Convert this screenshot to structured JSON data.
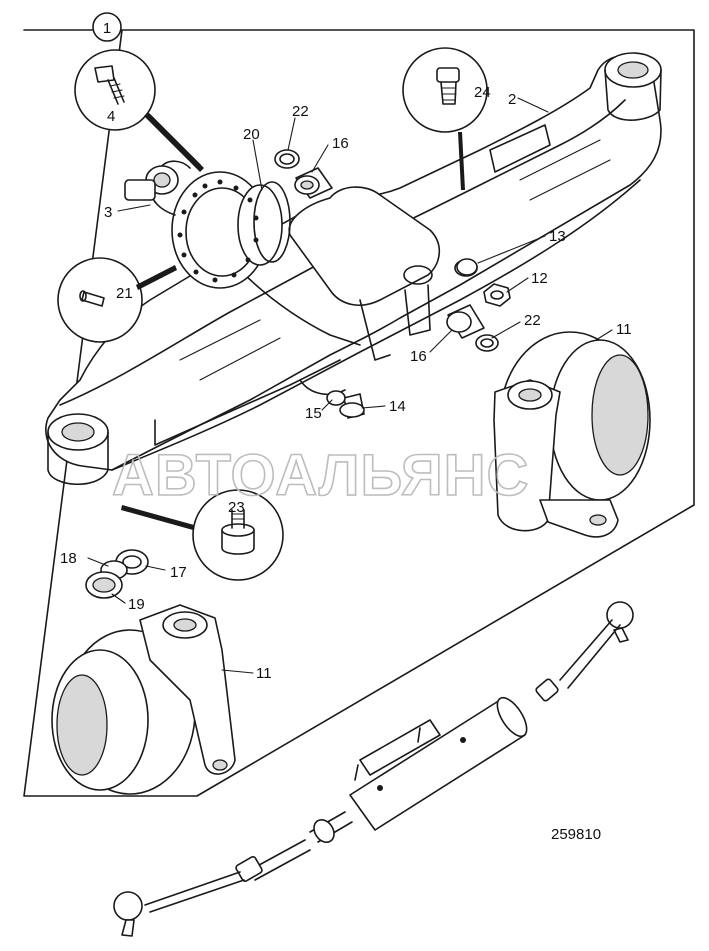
{
  "figure": {
    "panel_number": "1",
    "reference_code": "259810",
    "watermark": "АВТОАЛЬЯНС"
  },
  "callouts": [
    {
      "id": "c1",
      "text": "1"
    },
    {
      "id": "c2",
      "text": "2"
    },
    {
      "id": "c3",
      "text": "3"
    },
    {
      "id": "c4",
      "text": "4"
    },
    {
      "id": "c11a",
      "text": "11"
    },
    {
      "id": "c11b",
      "text": "11"
    },
    {
      "id": "c12",
      "text": "12"
    },
    {
      "id": "c13",
      "text": "13"
    },
    {
      "id": "c14",
      "text": "14"
    },
    {
      "id": "c15",
      "text": "15"
    },
    {
      "id": "c16a",
      "text": "16"
    },
    {
      "id": "c16b",
      "text": "16"
    },
    {
      "id": "c17",
      "text": "17"
    },
    {
      "id": "c18",
      "text": "18"
    },
    {
      "id": "c19",
      "text": "19"
    },
    {
      "id": "c20",
      "text": "20"
    },
    {
      "id": "c21",
      "text": "21"
    },
    {
      "id": "c22a",
      "text": "22"
    },
    {
      "id": "c22b",
      "text": "22"
    },
    {
      "id": "c23",
      "text": "23"
    },
    {
      "id": "c24",
      "text": "24"
    }
  ]
}
